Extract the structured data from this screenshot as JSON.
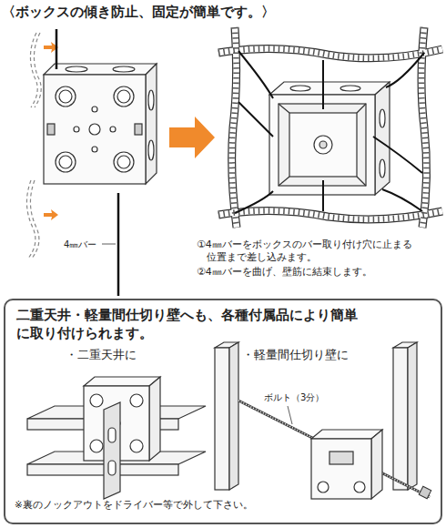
{
  "diagram": {
    "title": "〈ボックスの傾き防止、固定が簡単です。〉",
    "nodes": [
      {
        "text": [
          "二重天井・軽量間仕切り壁へも、各種付属品により簡単に取り付けられます。"
        ]
      }
    ],
    "labels": [
      "4㎜バー",
      "①4㎜バーをボックスのバー取り付け穴に止まる位置まで差し込みます。",
      "②4㎜バーを曲げ、壁筋に結束します。",
      "・二重天井に",
      "・軽量間仕切り壁に",
      "ボルト（3分）",
      "※裏のノックアウトをドライバー等で外して下さい。"
    ]
  }
}
